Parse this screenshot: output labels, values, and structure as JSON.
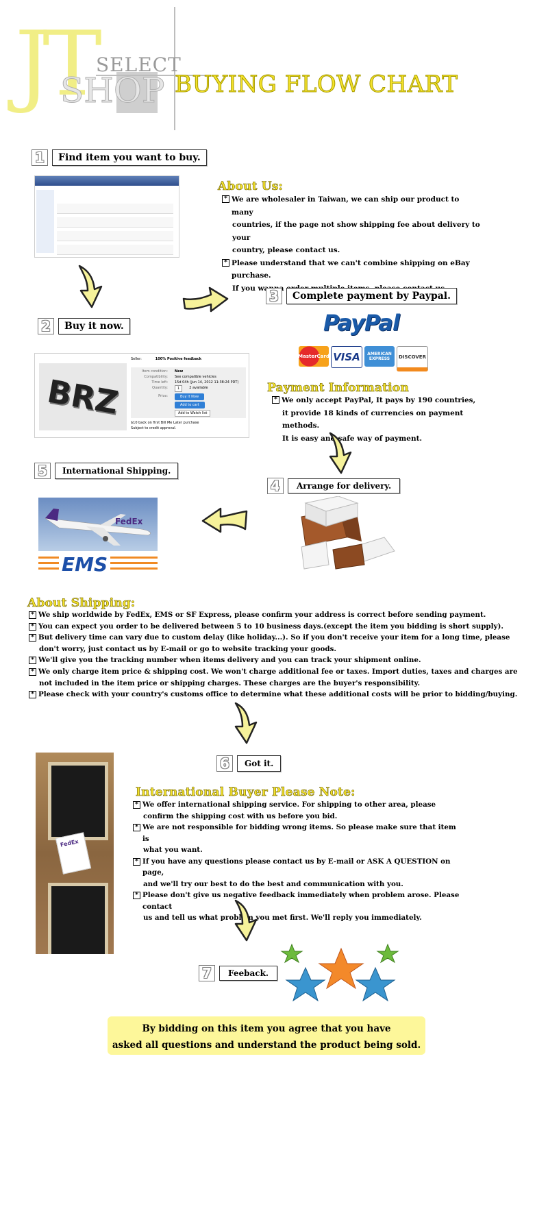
{
  "header": {
    "logo_big": "JT",
    "logo_select": "SELECT",
    "logo_shop": "SHOP",
    "title": "BUYING FLOW CHART"
  },
  "steps": [
    {
      "num": "1",
      "label": "Find item you want to buy."
    },
    {
      "num": "2",
      "label": "Buy it now."
    },
    {
      "num": "3",
      "label": "Complete payment by Paypal."
    },
    {
      "num": "4",
      "label": "Arrange for delivery."
    },
    {
      "num": "5",
      "label": "International Shipping."
    },
    {
      "num": "6",
      "label": "Got it."
    },
    {
      "num": "7",
      "label": "Feeback."
    }
  ],
  "about_us": {
    "title": "About Us:",
    "items": [
      "We are wholesaler in Taiwan, we can ship our product to many",
      "countries, if the page not show shipping fee about delivery to your",
      "country, please contact us.",
      "Please understand that we can't combine shipping on eBay purchase.",
      "If you wanna order multiple items, please contact us."
    ]
  },
  "payment": {
    "paypal_logo": "PayPal",
    "cards": [
      "MasterCard",
      "VISA",
      "AMERICAN EXPRESS",
      "DISCOVER"
    ],
    "title": "Payment Information",
    "items": [
      "We only accept PayPal, It pays by 190 countries,",
      "it provide 18 kinds of currencies on payment methods.",
      "It is easy and safe way of payment."
    ]
  },
  "listing": {
    "seller_label": "Seller:",
    "feedback": "100% Positive feedback",
    "condition_label": "Item condition:",
    "condition": "New",
    "compat_label": "Compatibility:",
    "compat": "See compatible vehicles",
    "time_label": "Time left:",
    "time": "15d 04h (Jun 14, 2012 11:38:24 PDT)",
    "qty_label": "Quantity:",
    "qty": "1",
    "available": "2 available",
    "price_label": "Price:",
    "buy_btn": "Buy It Now",
    "cart_btn": "Add to cart",
    "watch_btn": "Add to Watch list",
    "bill_text": "$10 back on first Bill Me Later purchase",
    "bill_sub": "Subject to credit approval.",
    "product_text": "BRZ"
  },
  "shipping_logos": {
    "fedex": "FedEx",
    "ems": "EMS"
  },
  "about_shipping": {
    "title": "About Shipping:",
    "items": [
      "We ship worldwide by FedEx, EMS or SF Express, please confirm your address is correct before sending payment.",
      "You can expect you order to be delivered between 5 to 10 business days.(except the item you bidding is short supply).",
      "But delivery time can vary due to custom delay (like holiday...). So if you don't receive your item for a long time, please",
      "don't worry, just contact us by E-mail or go to website tracking your goods.",
      "We'll give you the tracking number when items delivery and you can track your shipment online.",
      "We only charge item price & shipping cost. We won't charge additional fee or taxes. Import duties, taxes and charges are",
      "not included in the item price or shipping charges. These charges are the buyer's responsibility.",
      "Please check with your country's customs office to determine what these additional costs will be prior to bidding/buying."
    ]
  },
  "buyer_note": {
    "title": "International Buyer Please Note:",
    "items": [
      "We offer international shipping service. For shipping to other area, please",
      "confirm the shipping cost with us before you bid.",
      "We are not responsible for bidding wrong items. So please make sure that item is",
      "what you want.",
      "If you have any questions please contact us by E-mail or ASK A QUESTION on page,",
      "and we'll try our best to do the best and communication with you.",
      "Please don't give us negative feedback immediately when problem arose. Please contact",
      "us and tell us what problem you met first. We'll reply you immediately."
    ]
  },
  "footer": {
    "line1": "By bidding on this item you agree that you have",
    "line2": "asked all questions and understand the product being sold."
  },
  "colors": {
    "title_yellow": "#f4e22b",
    "arrow_fill": "#f6f29a",
    "footer_bg": "#fdf79a",
    "paypal_blue": "#1a5aa8"
  }
}
